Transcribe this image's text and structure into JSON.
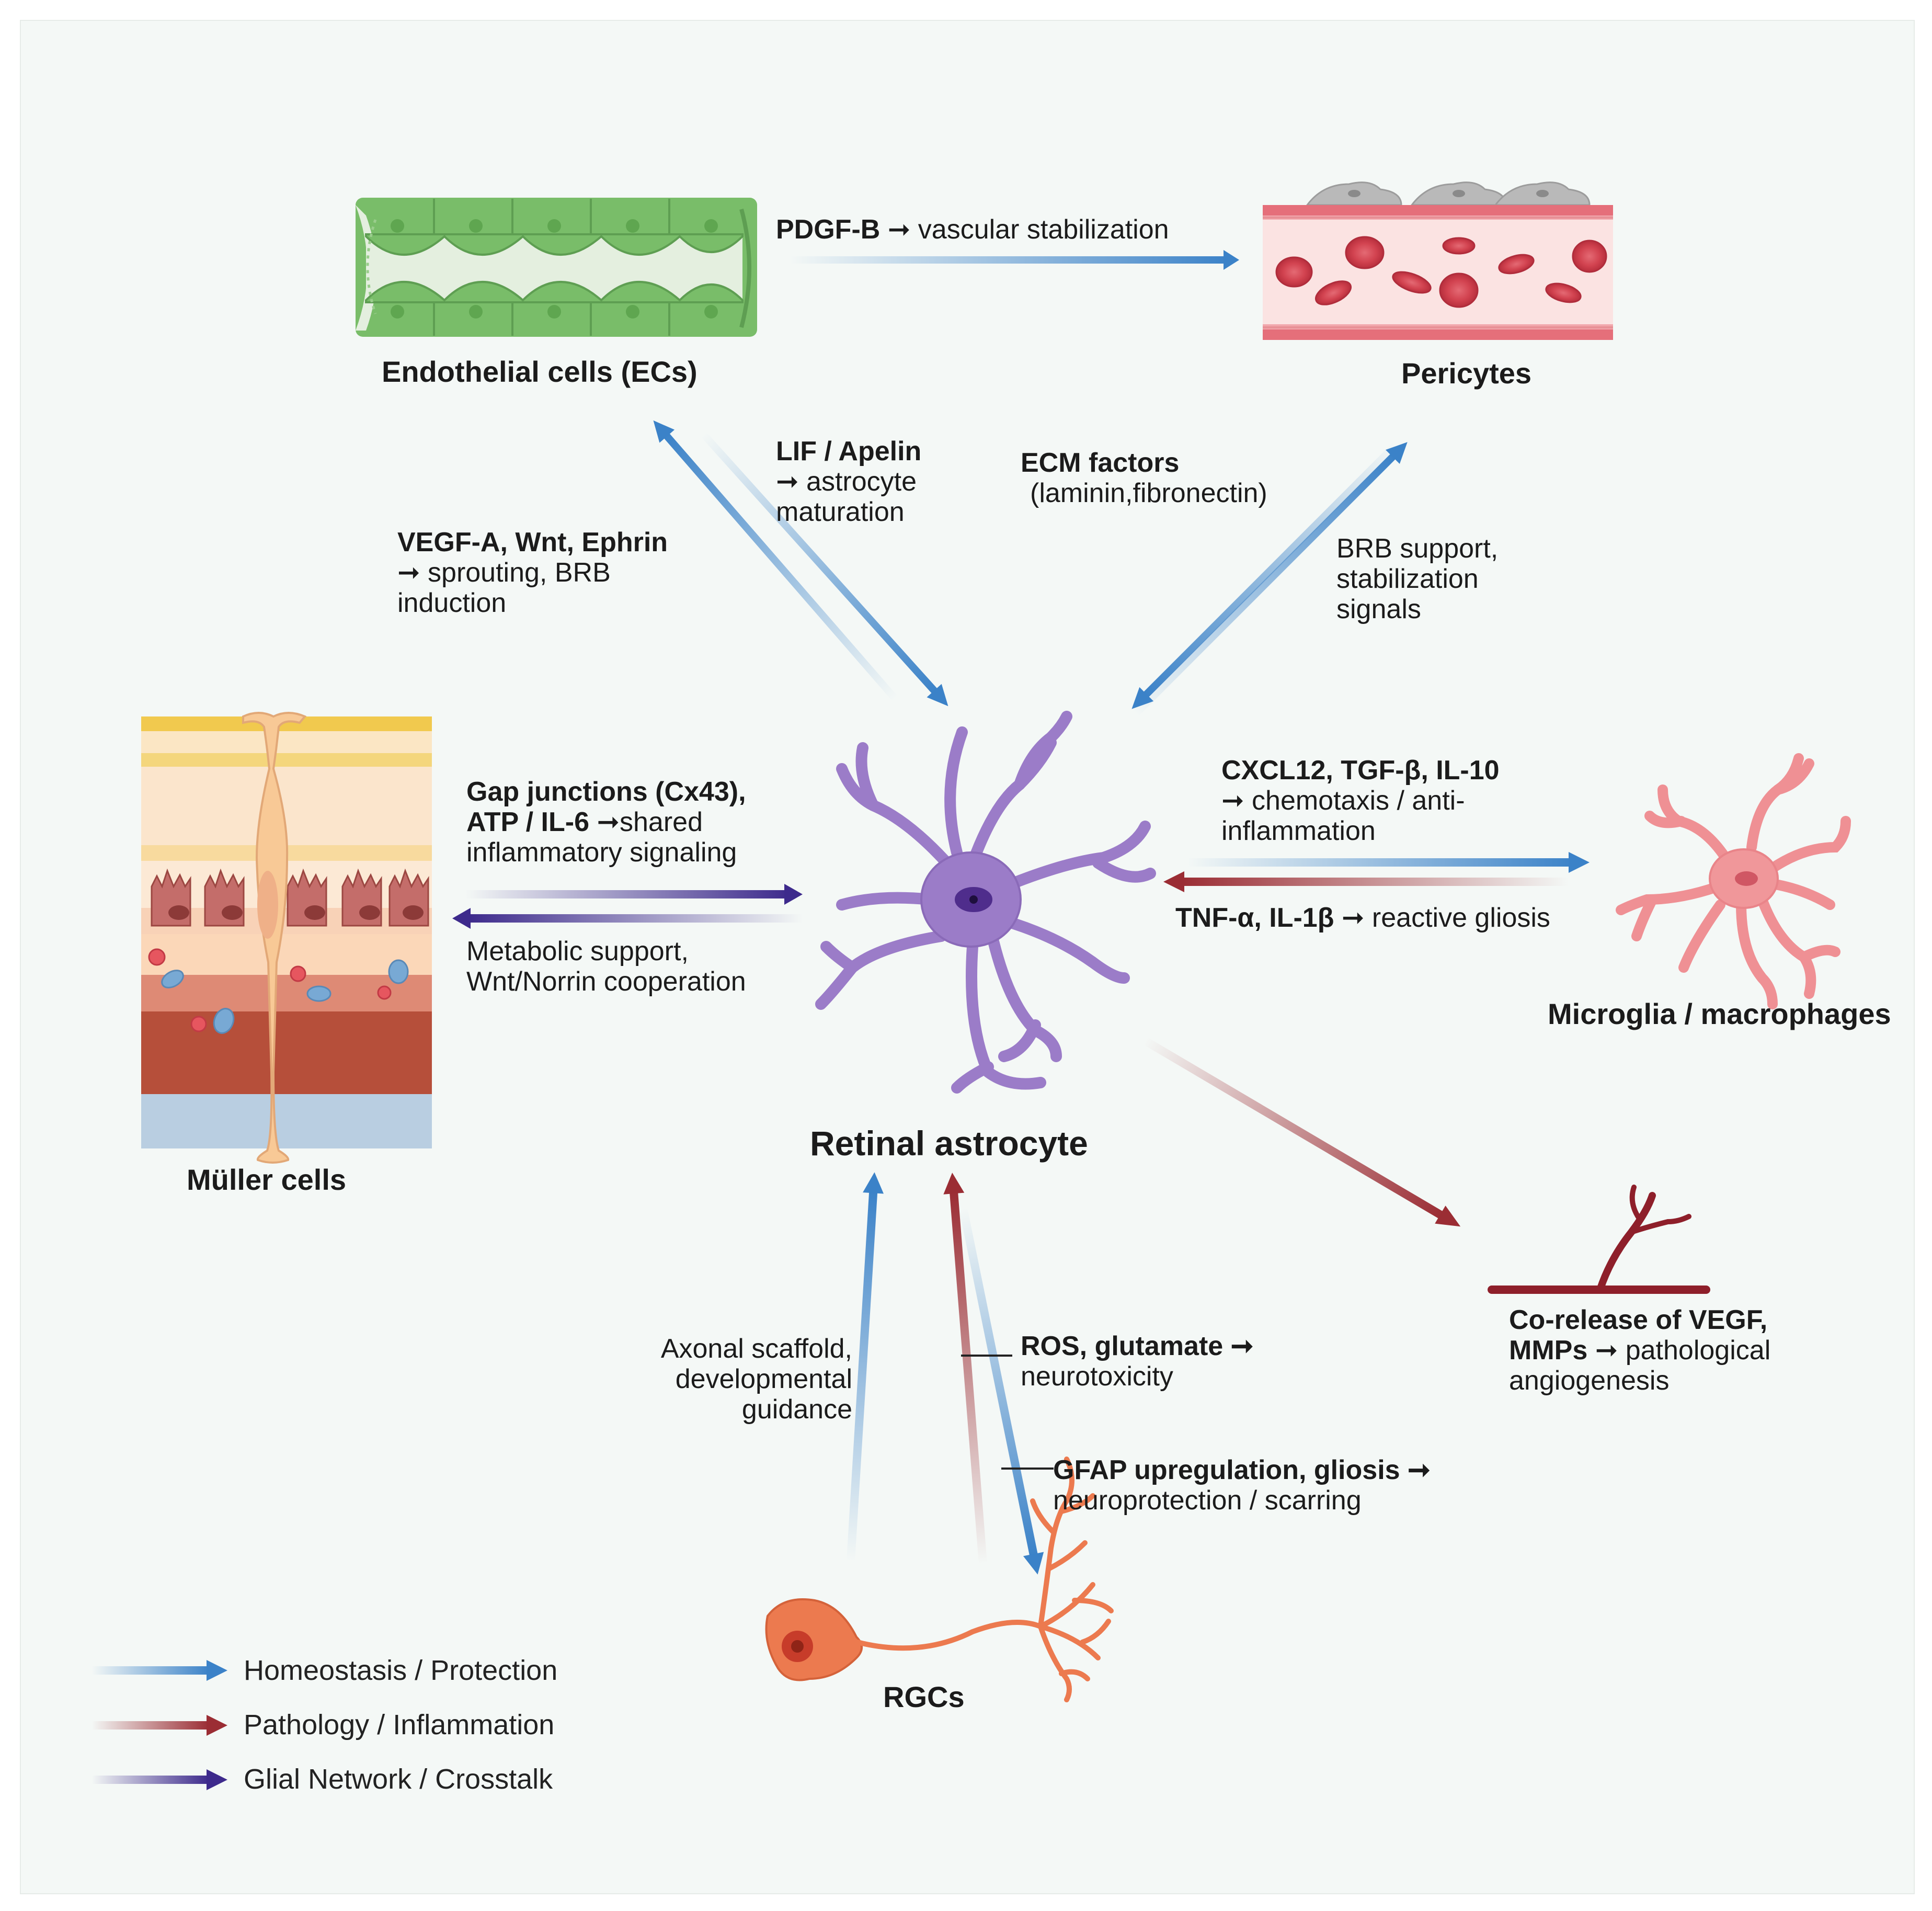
{
  "colors": {
    "homeostasis": "#3b82c8",
    "pathology": "#9b2d34",
    "glial": "#3d2a8c",
    "astrocyte": "#9b7cc8",
    "endothelial": "#7cc06a",
    "pericyte_vessel": "#e77d86",
    "microglia": "#f0979a",
    "rgc": "#ec7a4f",
    "background": "#f4f8f6"
  },
  "icons": [
    "endothelial-tube-icon",
    "pericyte-vessel-icon",
    "muller-cell-layers-icon",
    "astrocyte-icon",
    "microglia-icon",
    "rgc-neuron-icon",
    "vessel-branch-icon"
  ],
  "cells": {
    "center": "Retinal astrocyte",
    "endothelial": "Endothelial cells (ECs)",
    "pericytes": "Pericytes",
    "muller": "Müller cells",
    "microglia": "Microglia / macrophages",
    "rgcs": "RGCs"
  },
  "labels": {
    "pdgf_b": "PDGF-B",
    "pdgf_effect": " ➞ vascular stabilization",
    "lif_title": "LIF / Apelin",
    "lif_l2": "➞ astrocyte",
    "lif_l3": "maturation",
    "vegf_title": "VEGF-A, Wnt, Ephrin",
    "vegf_l2": "➞ sprouting, BRB",
    "vegf_l3": "induction",
    "ecm_title": "ECM factors",
    "ecm_l2": "(laminin,fibronectin)",
    "brb_l1": "BRB support,",
    "brb_l2": "stabilization",
    "brb_l3": "signals",
    "gap_l1": "Gap junctions (Cx43),",
    "gap_l2a": "ATP / IL-6 ",
    "gap_l2b": "➞shared",
    "gap_l3": "inflammatory signaling",
    "met_l1": "Metabolic support,",
    "met_l2": "Wnt/Norrin cooperation",
    "cxcl_title": "CXCL12, TGF-β, IL-10",
    "cxcl_l2": "➞ chemotaxis / anti-",
    "cxcl_l3": "inflammation",
    "tnf_title": "TNF-α, IL-1β ",
    "tnf_effect": "➞ reactive gliosis",
    "axon_l1": "Axonal scaffold,",
    "axon_l2": "developmental",
    "axon_l3": "guidance",
    "ros_title": "ROS, glutamate ➞",
    "ros_l2": "neurotoxicity",
    "gfap_title": "GFAP upregulation, gliosis ➞",
    "gfap_l2": "neuroprotection / scarring",
    "co_l1": "Co-release of VEGF,",
    "co_l2a": "MMPs ",
    "co_l2b": "➞ pathological",
    "co_l3": "angiogenesis"
  },
  "legend": [
    {
      "label": "Homeostasis / Protection",
      "color": "#3b82c8"
    },
    {
      "label": "Pathology / Inflammation",
      "color": "#9b2d34"
    },
    {
      "label": "Glial Network / Crosstalk",
      "color": "#3d2a8c"
    }
  ]
}
